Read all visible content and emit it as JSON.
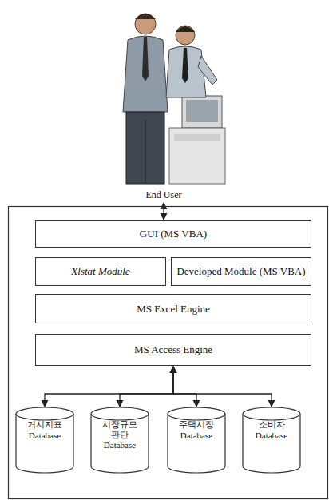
{
  "diagram": {
    "nodes": [
      {
        "text": [
          "End User"
        ]
      },
      {
        "text": [
          "GUI (MS VBA)"
        ]
      },
      {
        "text": [
          "Xlstat Module"
        ]
      },
      {
        "text": [
          "Developed Module (MS VBA)"
        ]
      },
      {
        "text": [
          "MS Excel Engine"
        ]
      },
      {
        "text": [
          "MS Access Engine"
        ]
      },
      {
        "text": [
          "거시지표",
          "Database"
        ]
      },
      {
        "text": [
          "시장규모 판단",
          "Database"
        ]
      },
      {
        "text": [
          "주택시장",
          "Database"
        ]
      },
      {
        "text": [
          "소비자",
          "Database"
        ]
      }
    ],
    "edges": [
      {
        "from": 0,
        "to": 1,
        "arrow": "both"
      },
      {
        "from": 5,
        "to": 6,
        "arrow": "both"
      },
      {
        "from": 5,
        "to": 7,
        "arrow": "both"
      },
      {
        "from": 5,
        "to": 8,
        "arrow": "both"
      },
      {
        "from": 5,
        "to": 9,
        "arrow": "both"
      }
    ]
  }
}
